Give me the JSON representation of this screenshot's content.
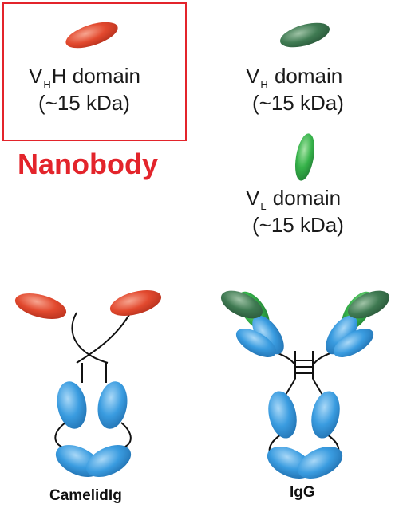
{
  "vhh": {
    "v": "V",
    "sub": "H",
    "rest": "H domain",
    "size": "(~15 kDa)"
  },
  "vh": {
    "v": "V",
    "sub": "H",
    "rest": " domain",
    "size": "(~15 kDa)"
  },
  "vl": {
    "v": "V",
    "sub": "L",
    "rest": " domain",
    "size": "(~15 kDa)"
  },
  "nanobody_label": "Nanobody",
  "captions": {
    "camelid": "CamelidIg",
    "igg": "IgG"
  },
  "colors": {
    "red_domain": "#e24a2f",
    "dark_green_domain": "#3f7a52",
    "green_domain": "#36b34a",
    "blue_domain": "#3a9ce0",
    "box_red": "#e3242b"
  }
}
